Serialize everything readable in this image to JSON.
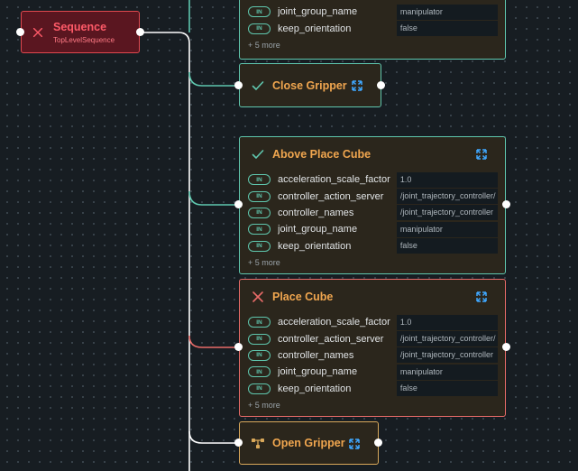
{
  "colors": {
    "success": "#5fc7ae",
    "failure": "#e86b68",
    "running": "#d9a85a",
    "sequence": "#e0484f",
    "title": "#f0a64f"
  },
  "sequence": {
    "title": "Sequence",
    "subtitle": "TopLevelSequence",
    "status_icon": "x-icon"
  },
  "top_node": {
    "ports": [
      {
        "tag": "IN",
        "name": "joint_group_name",
        "value": "manipulator"
      },
      {
        "tag": "IN",
        "name": "keep_orientation",
        "value": "false"
      }
    ],
    "more": "+ 5 more"
  },
  "close_gripper": {
    "title": "Close Gripper",
    "status_icon": "check-icon"
  },
  "above_place_cube": {
    "title": "Above Place Cube",
    "status_icon": "check-icon",
    "ports": [
      {
        "tag": "IN",
        "name": "acceleration_scale_factor",
        "value": "1.0"
      },
      {
        "tag": "IN",
        "name": "controller_action_server",
        "value": "/joint_trajectory_controller/"
      },
      {
        "tag": "IN",
        "name": "controller_names",
        "value": "/joint_trajectory_controller"
      },
      {
        "tag": "IN",
        "name": "joint_group_name",
        "value": "manipulator"
      },
      {
        "tag": "IN",
        "name": "keep_orientation",
        "value": "false"
      }
    ],
    "more": "+ 5 more"
  },
  "place_cube": {
    "title": "Place Cube",
    "status_icon": "x-icon",
    "ports": [
      {
        "tag": "IN",
        "name": "acceleration_scale_factor",
        "value": "1.0"
      },
      {
        "tag": "IN",
        "name": "controller_action_server",
        "value": "/joint_trajectory_controller/"
      },
      {
        "tag": "IN",
        "name": "controller_names",
        "value": "/joint_trajectory_controller"
      },
      {
        "tag": "IN",
        "name": "joint_group_name",
        "value": "manipulator"
      },
      {
        "tag": "IN",
        "name": "keep_orientation",
        "value": "false"
      }
    ],
    "more": "+ 5 more"
  },
  "open_gripper": {
    "title": "Open Gripper",
    "status_icon": "subtree-icon"
  }
}
